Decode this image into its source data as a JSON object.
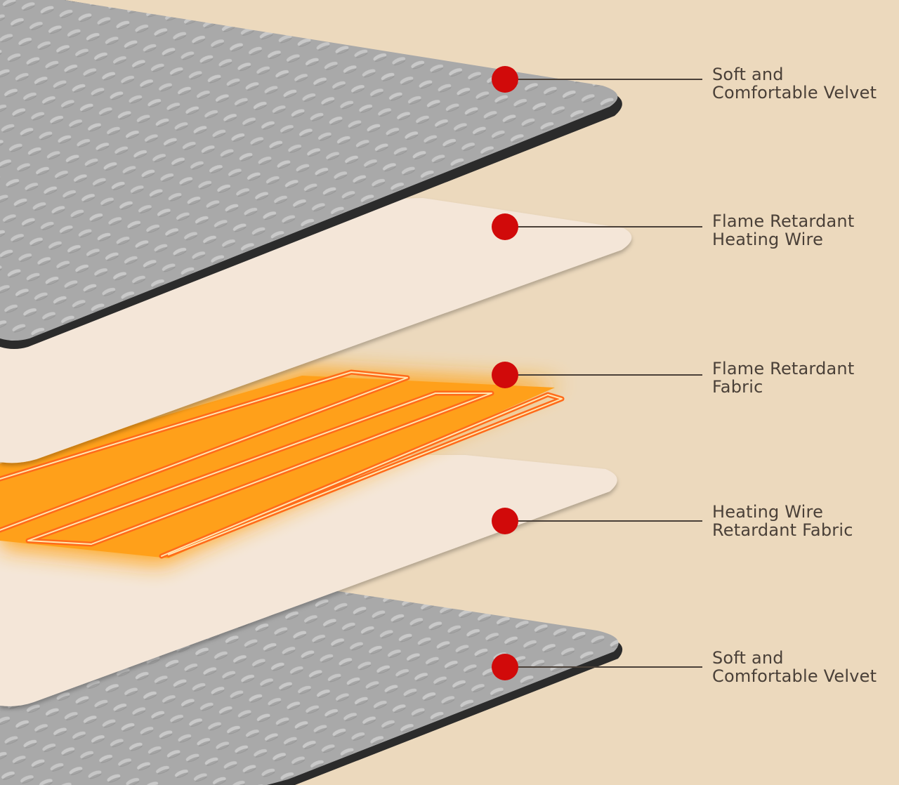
{
  "colors": {
    "background": "#ecd9bd",
    "velvet": "#a8a8a8",
    "velvet_edge": "#2b2b2b",
    "fabric": "#f4e6d8",
    "heat_glow": "#ffa51c",
    "wire": "#ff6a1a",
    "marker": "#d10a0a",
    "leader": "#4a4038",
    "text": "#4a4038"
  },
  "layers": [
    {
      "id": "top-velvet",
      "material": "velvet",
      "lines": [
        "Soft and",
        "Comfortable Velvet"
      ]
    },
    {
      "id": "upper-fabric",
      "material": "fabric",
      "lines": [
        "Flame Retardant",
        "Heating Wire"
      ]
    },
    {
      "id": "heating-wire",
      "material": "wire",
      "lines": [
        "Flame Retardant",
        "Fabric"
      ]
    },
    {
      "id": "lower-fabric",
      "material": "fabric",
      "lines": [
        "Heating Wire",
        "Retardant Fabric"
      ]
    },
    {
      "id": "bottom-velvet",
      "material": "velvet",
      "lines": [
        "Soft and",
        "Comfortable Velvet"
      ]
    }
  ],
  "icons": {
    "marker": "red-dot-marker-icon"
  }
}
